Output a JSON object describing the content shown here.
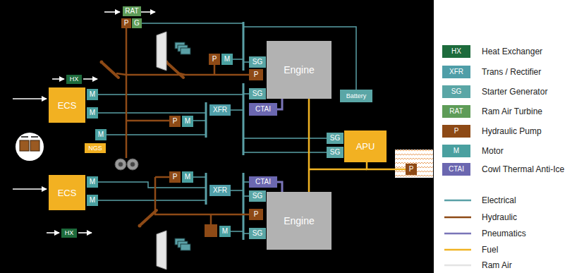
{
  "diagram": {
    "nodes": [
      {
        "text": [
          "RAT"
        ]
      },
      {
        "text": [
          "P"
        ]
      },
      {
        "text": [
          "G"
        ]
      },
      {
        "text": [
          "P"
        ]
      },
      {
        "text": [
          "M"
        ]
      },
      {
        "text": [
          "SG"
        ]
      },
      {
        "text": [
          "P"
        ]
      },
      {
        "text": [
          "Engine"
        ]
      },
      {
        "text": [
          "HX"
        ]
      },
      {
        "text": [
          "ECS"
        ]
      },
      {
        "text": [
          "M"
        ]
      },
      {
        "text": [
          "SG"
        ]
      },
      {
        "text": [
          "Battery"
        ]
      },
      {
        "text": [
          "M"
        ]
      },
      {
        "text": [
          "CTAI"
        ]
      },
      {
        "text": [
          "XFR"
        ]
      },
      {
        "text": [
          "P"
        ]
      },
      {
        "text": [
          "M"
        ]
      },
      {
        "text": [
          "M"
        ]
      },
      {
        "text": [
          "SG"
        ]
      },
      {
        "text": [
          "APU"
        ]
      },
      {
        "text": [
          "NGS"
        ]
      },
      {
        "text": [
          "SG"
        ]
      },
      {
        "text": [
          "P"
        ]
      },
      {
        "text": [
          "P"
        ]
      },
      {
        "text": [
          "M"
        ]
      },
      {
        "text": [
          "ECS"
        ]
      },
      {
        "text": [
          "M"
        ]
      },
      {
        "text": [
          "CTAI"
        ]
      },
      {
        "text": [
          "XFR"
        ]
      },
      {
        "text": [
          "SG"
        ]
      },
      {
        "text": [
          "Engine"
        ]
      },
      {
        "text": [
          "M"
        ]
      },
      {
        "text": [
          "P"
        ]
      },
      {
        "text": [
          "M"
        ]
      },
      {
        "text": [
          "SG"
        ]
      },
      {
        "text": [
          "HX"
        ]
      }
    ],
    "edges": [
      {
        "from": 7,
        "to": 31,
        "arrow": "none"
      },
      {
        "from": 20,
        "to": 23,
        "arrow": "none"
      },
      {
        "from": 14,
        "to": 7,
        "arrow": "none"
      },
      {
        "from": 28,
        "to": 31,
        "arrow": "none"
      }
    ],
    "labels": [
      "HX",
      "XFR",
      "SG",
      "RAT",
      "P",
      "M",
      "CTAI"
    ],
    "legend": [
      {
        "text": "Heat Exchanger",
        "color": "#1d6b3c"
      },
      {
        "text": "Trans / Rectifier",
        "color": "#4f9ea8"
      },
      {
        "text": "Starter Generator",
        "color": "#5aa6a6"
      },
      {
        "text": "Ram Air Turbine",
        "color": "#5e9c58"
      },
      {
        "text": "Hydraulic Pump",
        "color": "#8e4a16"
      },
      {
        "text": "Motor",
        "color": "#4aa0a0"
      },
      {
        "text": "Cowl Thermal Anti-Ice",
        "color": "#6b67b0"
      },
      {
        "text": "Electrical"
      },
      {
        "text": "Hydraulic"
      },
      {
        "text": "Pneumatics"
      },
      {
        "text": "Fuel"
      },
      {
        "text": "Ram Air"
      }
    ]
  }
}
